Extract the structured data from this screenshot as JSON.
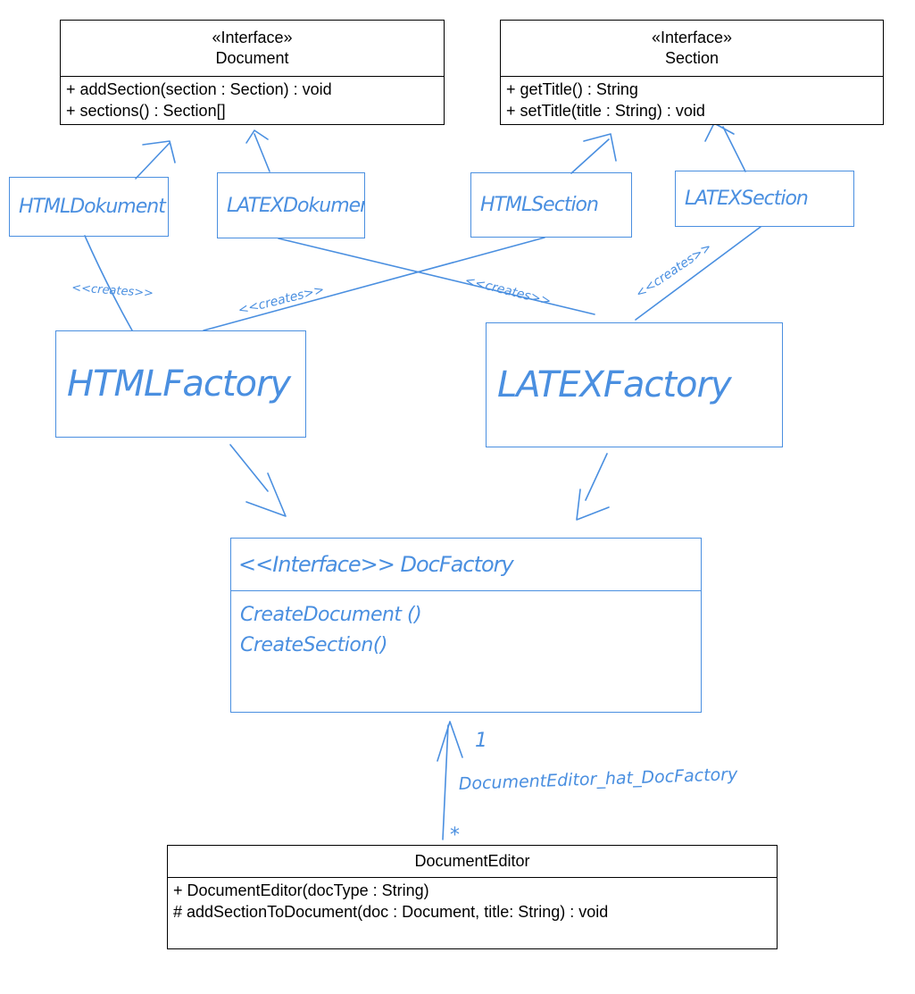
{
  "colors": {
    "ink": "#000000",
    "pen": "#4a8fe0",
    "background": "#ffffff"
  },
  "document": {
    "stereotype": "«Interface»",
    "name": "Document",
    "members": [
      "+ addSection(section : Section) : void",
      "+ sections() : Section[]"
    ]
  },
  "section": {
    "stereotype": "«Interface»",
    "name": "Section",
    "members": [
      "+ getTitle() : String",
      "+ setTitle(title : String) : void"
    ]
  },
  "html_dokument": {
    "name": "HTMLDokument"
  },
  "latex_dokument": {
    "name": "LATEXDokument"
  },
  "html_section": {
    "name": "HTMLSection"
  },
  "latex_section": {
    "name": "LATEXSection"
  },
  "html_factory": {
    "name": "HTMLFactory"
  },
  "latex_factory": {
    "name": "LATEXFactory"
  },
  "doc_factory": {
    "title": "<<Interface>> DocFactory",
    "members": [
      "CreateDocument ()",
      "CreateSection()"
    ]
  },
  "document_editor": {
    "name": "DocumentEditor",
    "members": [
      "+ DocumentEditor(docType : String)",
      "# addSectionToDocument(doc : Document, title: String) : void"
    ]
  },
  "labels": {
    "creates_html_dokument": "<<creates>>",
    "creates_html_section": "<<creates>>",
    "creates_latex_dokument": "<<creates>>",
    "creates_latex_section": "<<creates>>",
    "association": "DocumentEditor_hat_DocFactory",
    "multiplicity_target": "1",
    "multiplicity_source": "*"
  }
}
